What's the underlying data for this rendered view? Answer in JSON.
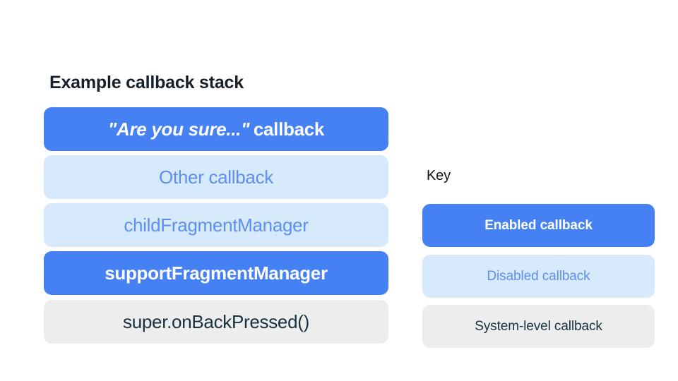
{
  "colors": {
    "background": "#FFFFFF",
    "enabled_bg": "#4581F2",
    "enabled_text": "#FFFFFF",
    "disabled_bg": "#D6EAFB",
    "disabled_text": "#5E8FF0",
    "system_bg": "#EDEDED",
    "system_text": "#17323E",
    "heading_text": "#16202A"
  },
  "stack": {
    "title": "Example callback stack",
    "items": [
      {
        "label": "\"Are you sure...\" callback",
        "quoted_part": "\"Are you sure...\"",
        "trailing_part": "callback",
        "state": "enabled"
      },
      {
        "label": "Other callback",
        "state": "disabled"
      },
      {
        "label": "childFragmentManager",
        "state": "disabled"
      },
      {
        "label": "supportFragmentManager",
        "state": "enabled"
      },
      {
        "label": "super.onBackPressed()",
        "state": "system"
      }
    ]
  },
  "key": {
    "title": "Key",
    "items": [
      {
        "label": "Enabled callback",
        "state": "enabled"
      },
      {
        "label": "Disabled callback",
        "state": "disabled"
      },
      {
        "label": "System-level callback",
        "state": "system"
      }
    ]
  }
}
